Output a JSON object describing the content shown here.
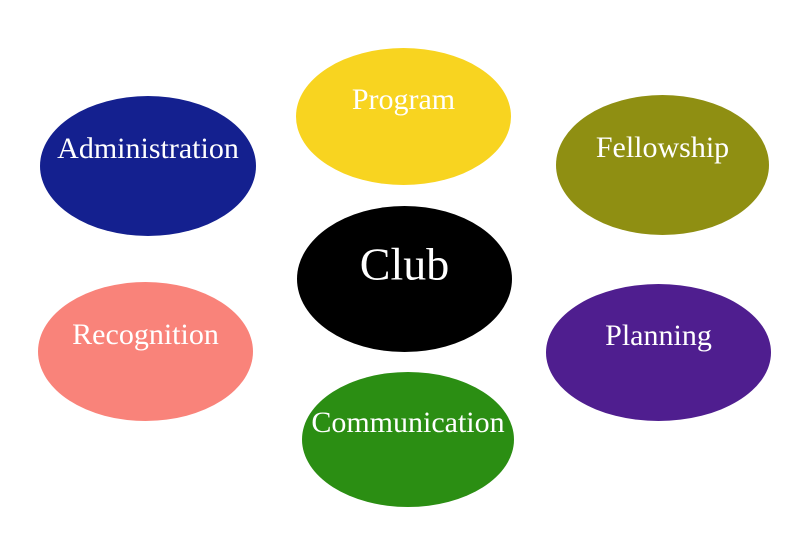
{
  "diagram": {
    "background": "#ffffff",
    "text_color": "#ffffff",
    "center_node": {
      "id": "club",
      "label": "Club",
      "color": "#000000"
    },
    "satellites": [
      {
        "id": "administration",
        "label": "Administration",
        "color": "#14208F"
      },
      {
        "id": "program",
        "label": "Program",
        "color": "#F8D420"
      },
      {
        "id": "fellowship",
        "label": "Fellowship",
        "color": "#8F8F12"
      },
      {
        "id": "recognition",
        "label": "Recognition",
        "color": "#F9837A"
      },
      {
        "id": "planning",
        "label": "Planning",
        "color": "#4F1E8F"
      },
      {
        "id": "communication",
        "label": "Communication",
        "color": "#2B8E13"
      }
    ]
  }
}
